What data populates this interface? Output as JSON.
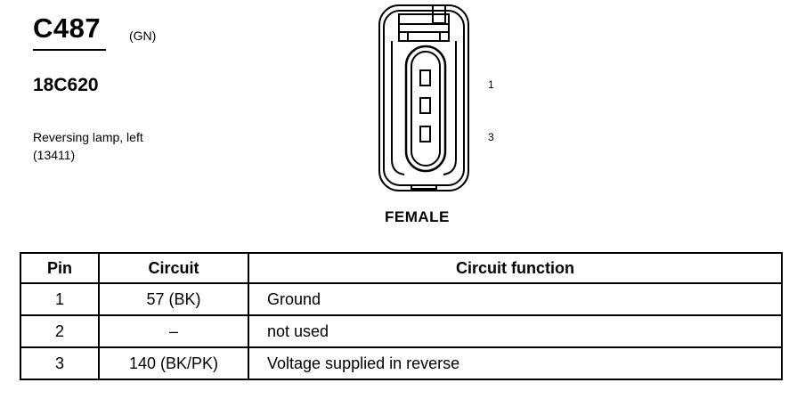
{
  "header": {
    "connector_id": "C487",
    "color_code": "(GN)",
    "part_number": "18C620",
    "description_line1": "Reversing lamp, left",
    "description_line2": "(13411)"
  },
  "connector": {
    "pin_labels": [
      "1",
      "3"
    ],
    "gender": "FEMALE"
  },
  "table": {
    "headers": [
      "Pin",
      "Circuit",
      "Circuit function"
    ],
    "rows": [
      [
        "1",
        "57 (BK)",
        "Ground"
      ],
      [
        "2",
        "–",
        "not used"
      ],
      [
        "3",
        "140 (BK/PK)",
        "Voltage supplied in reverse"
      ]
    ]
  }
}
